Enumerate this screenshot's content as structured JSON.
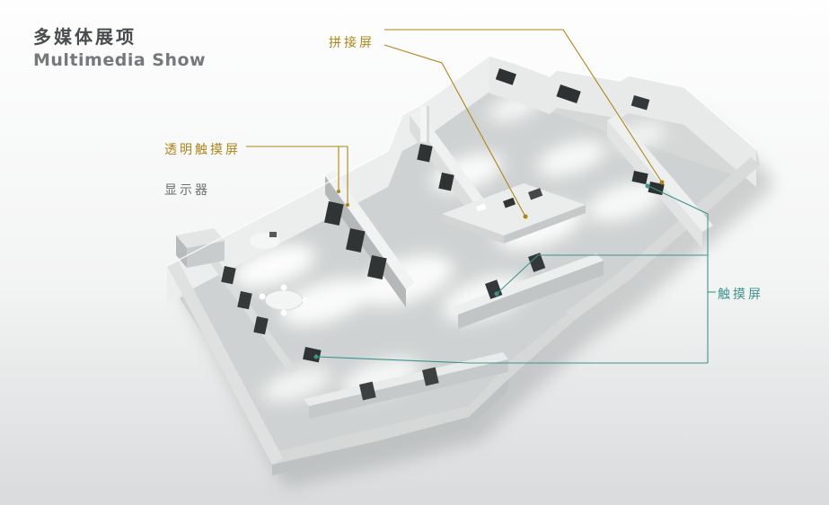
{
  "header": {
    "title_zh": "多媒体展项",
    "title_en": "Multimedia Show"
  },
  "annotations": {
    "splice_screen": {
      "label": "拼接屏"
    },
    "transparent_touch_screen": {
      "label": "透明触摸屏"
    },
    "display_monitor": {
      "label": "显示器"
    },
    "touch_screen": {
      "label": "触摸屏"
    }
  },
  "colors": {
    "annotation-gold": "#ad841c",
    "annotation-teal": "#3e948b",
    "label-gray": "#6d6e71",
    "title-primary": "#4a4b4d",
    "title-secondary": "#77787b",
    "bg-top": "#fefefe",
    "bg-bottom": "#d9dbdc"
  }
}
